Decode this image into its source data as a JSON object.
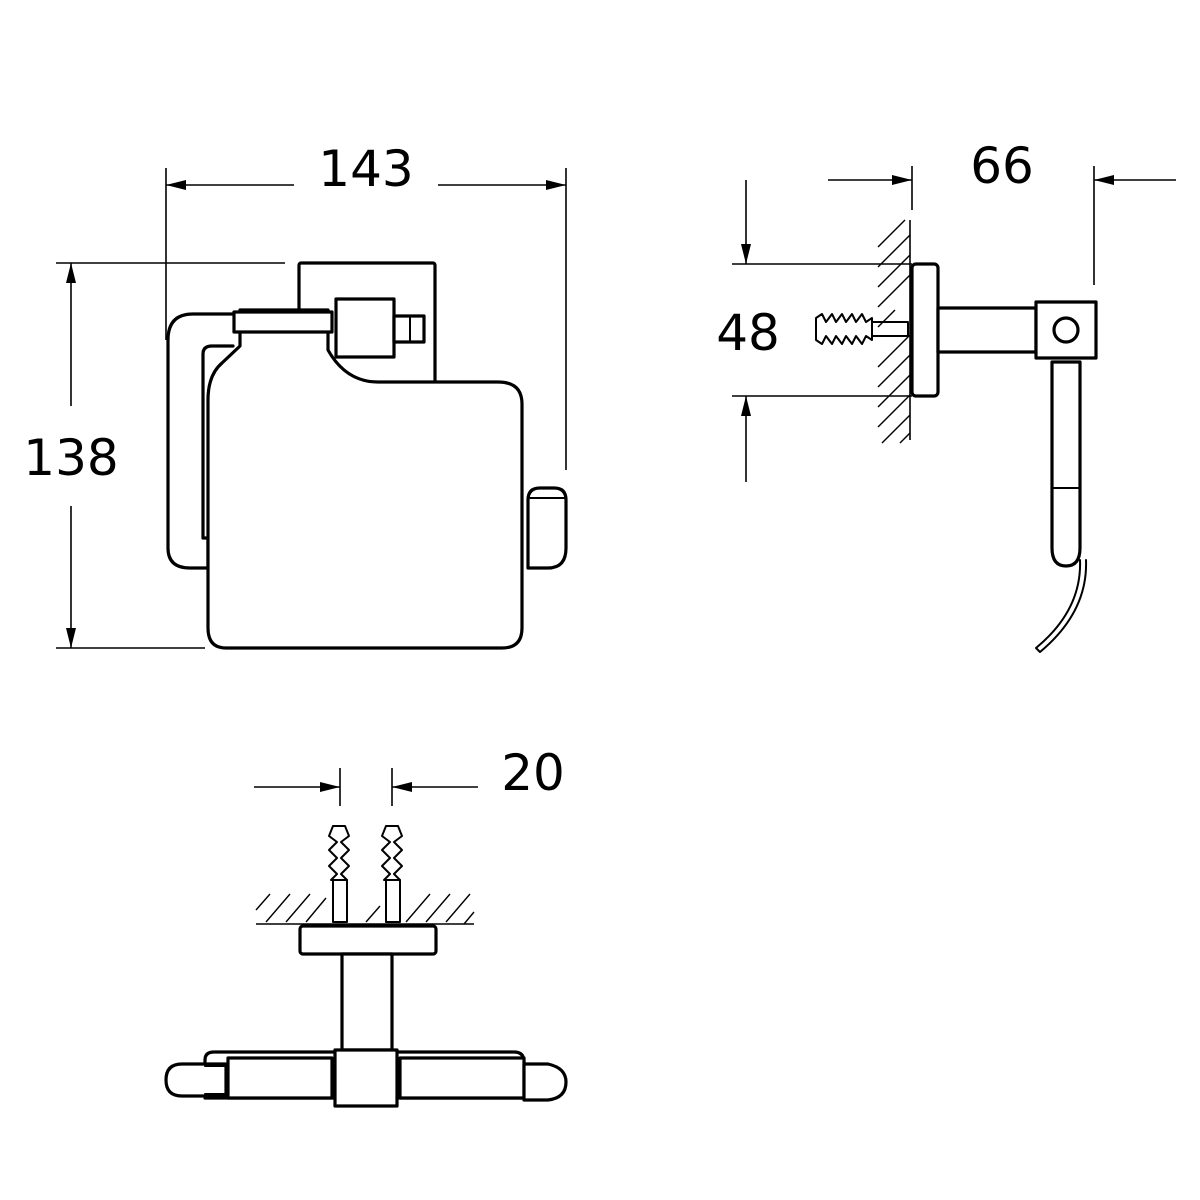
{
  "dimensions": {
    "width": "143",
    "height": "138",
    "projection": "66",
    "base": "48",
    "screw_spacing": "20"
  },
  "colors": {
    "line": "#000000",
    "background": "#ffffff"
  }
}
